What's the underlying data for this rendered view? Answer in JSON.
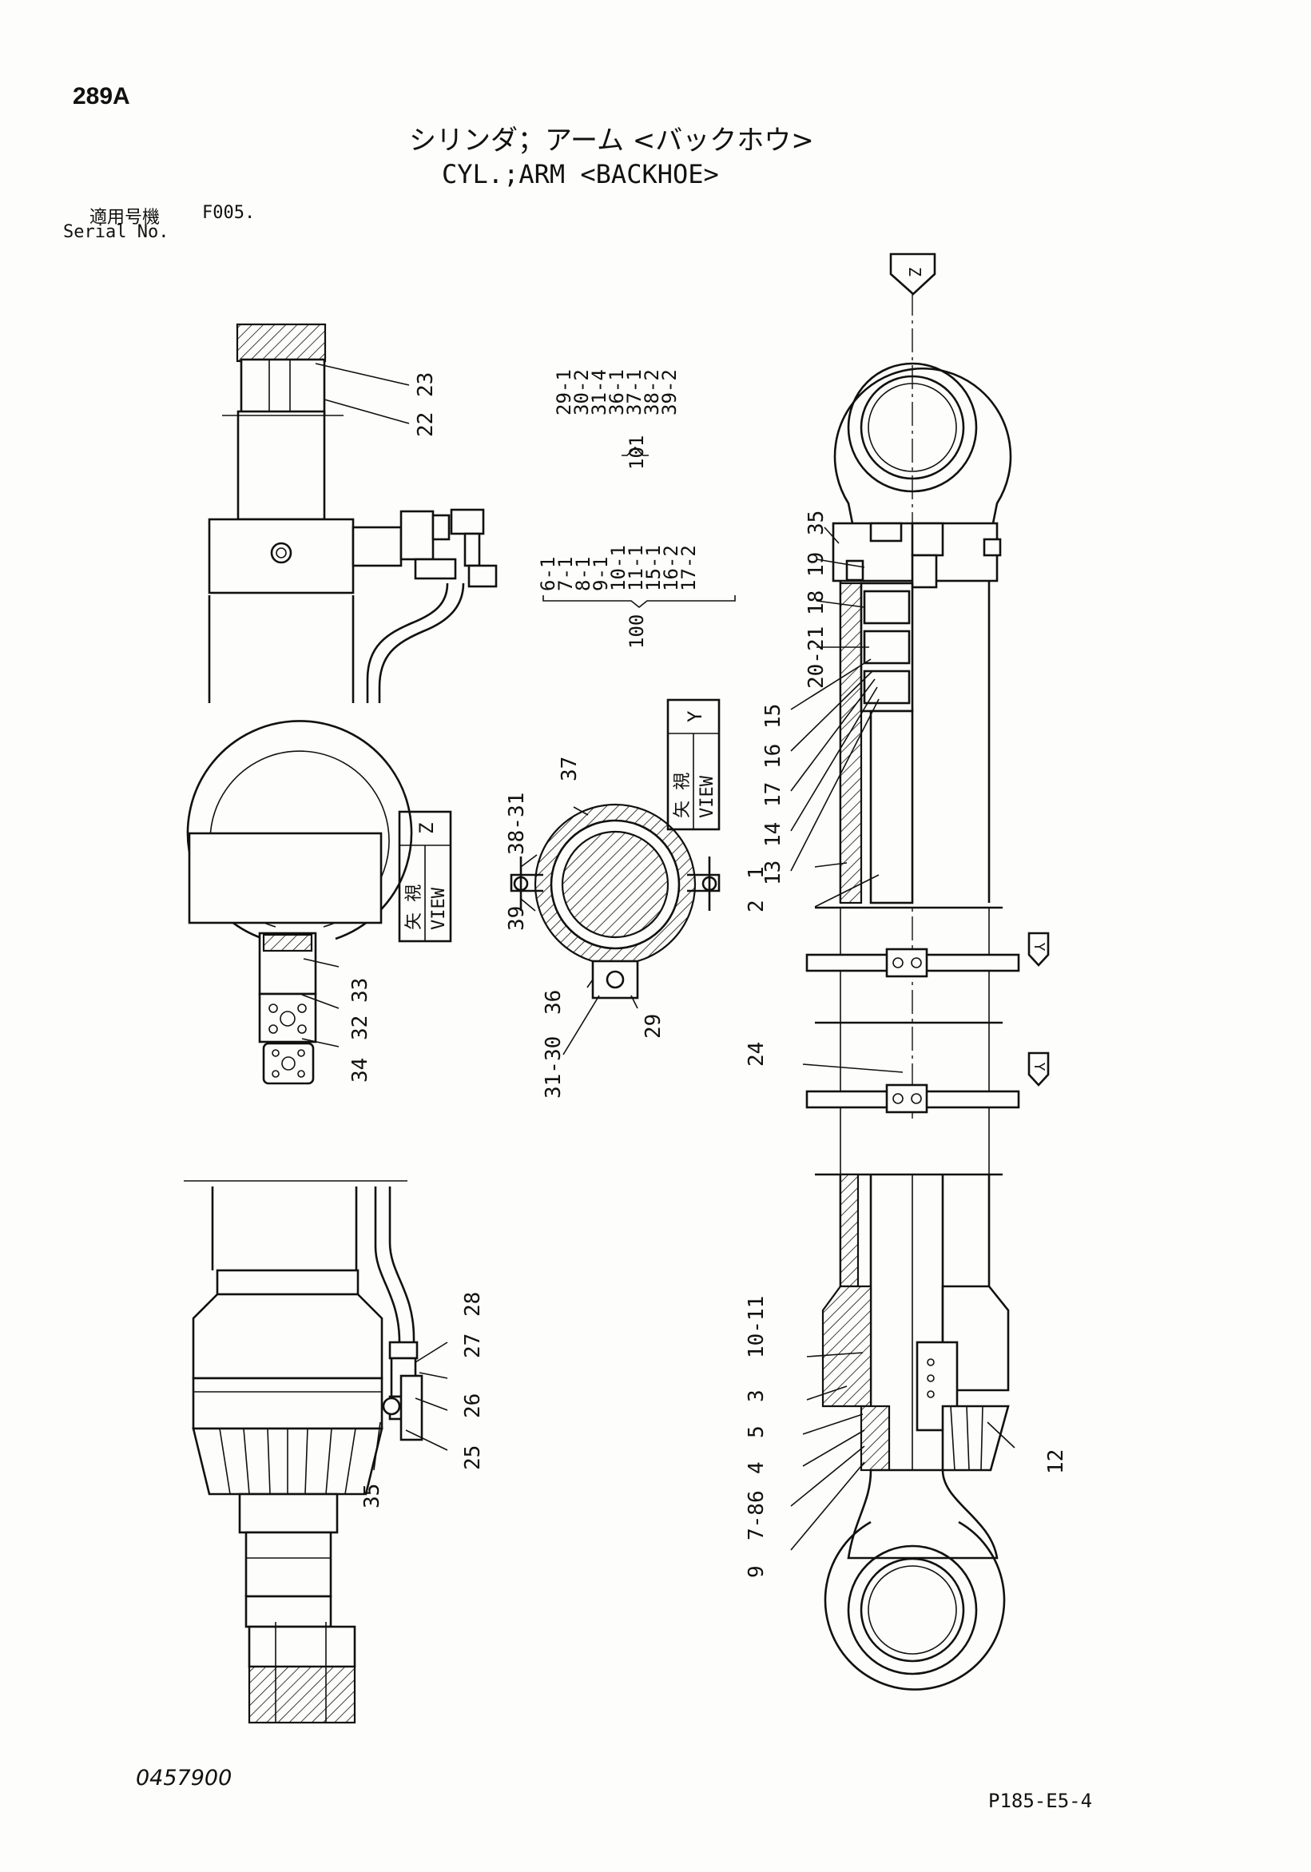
{
  "page": {
    "code": "289A",
    "title_jp": "シリンダ；アーム <バックホウ>",
    "title_en": "CYL.;ARM <BACKHOE>",
    "serial_label_jp": "適用号機",
    "serial_label_en": "Serial No.",
    "serial_value": "F005.",
    "doc_number": "0457900",
    "page_ref": "P185-E5-4"
  },
  "views": {
    "view_z": {
      "jp": "矢 視",
      "en": "VIEW",
      "letter": "Z"
    },
    "view_y": {
      "jp": "矢 視",
      "en": "VIEW",
      "letter": "Y"
    },
    "arrow_z": "Z",
    "arrow_y1": "Y",
    "arrow_y2": "Y"
  },
  "kits": {
    "kit_101": {
      "number": "101",
      "parts": [
        "29-1",
        "30-2",
        "31-4",
        "36-1",
        "37-1",
        "38-2",
        "39-2"
      ]
    },
    "kit_100": {
      "number": "100",
      "parts": [
        "6-1",
        "7-1",
        "8-1",
        "9-1",
        "10-1",
        "11-1",
        "15-1",
        "16-2",
        "17-2"
      ]
    }
  },
  "callouts": {
    "c23": "23",
    "c22": "22",
    "c35_top": "35",
    "c19": "19",
    "c18": "18",
    "c20_21": "20-21",
    "c15": "15",
    "c16": "16",
    "c17": "17",
    "c14": "14",
    "c13": "13",
    "c1": "1",
    "c2": "2",
    "c37": "37",
    "c38_31": "38-31",
    "c39": "39",
    "c36": "36",
    "c29": "29",
    "c31_30": "31-30",
    "c33": "33",
    "c32": "32",
    "c34": "34",
    "c24": "24",
    "c28": "28",
    "c27": "27",
    "c26": "26",
    "c25": "25",
    "c35_bottom": "35",
    "c10_11": "10-11",
    "c3": "3",
    "c5": "5",
    "c4": "4",
    "c7_86": "7-86",
    "c9": "9",
    "c12": "12"
  }
}
